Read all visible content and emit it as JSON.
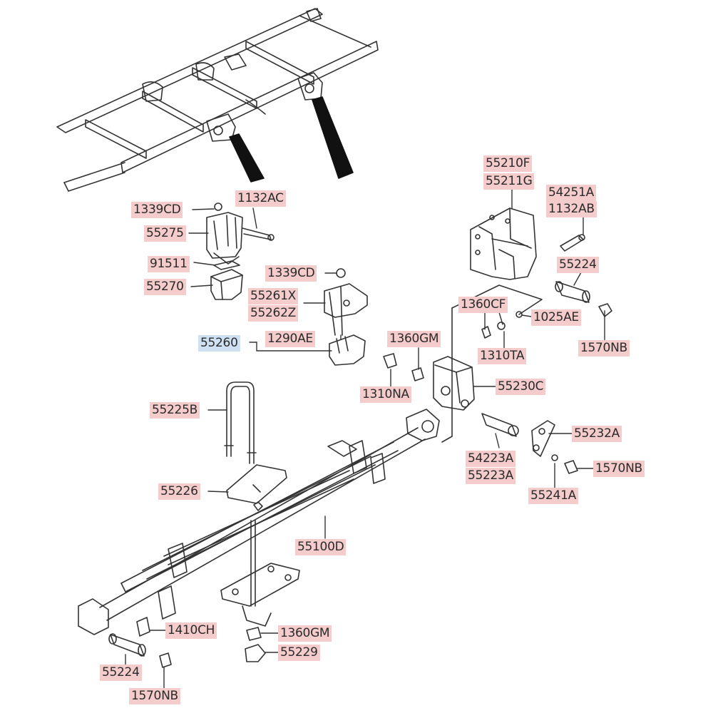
{
  "colors": {
    "part_tag": "#f5cccc",
    "assembly_tag": "#cfe0f3",
    "line": "#333333"
  },
  "labels": [
    {
      "text": "1339CD",
      "highlight": "pink"
    },
    {
      "text": "1132AC",
      "highlight": "pink"
    },
    {
      "text": "55275",
      "highlight": "pink"
    },
    {
      "text": "91511",
      "highlight": "pink"
    },
    {
      "text": "55270",
      "highlight": "pink"
    },
    {
      "text": "1339CD",
      "highlight": "pink"
    },
    {
      "text": "55261X",
      "highlight": "pink"
    },
    {
      "text": "55262Z",
      "highlight": "pink"
    },
    {
      "text": "55260",
      "highlight": "blue"
    },
    {
      "text": "1290AE",
      "highlight": "pink"
    },
    {
      "text": "55210F",
      "highlight": "pink"
    },
    {
      "text": "55211G",
      "highlight": "pink"
    },
    {
      "text": "54251A",
      "highlight": "pink"
    },
    {
      "text": "1132AB",
      "highlight": "pink"
    },
    {
      "text": "55224",
      "highlight": "pink"
    },
    {
      "text": "1360CF",
      "highlight": "pink"
    },
    {
      "text": "1025AE",
      "highlight": "pink"
    },
    {
      "text": "1360GM",
      "highlight": "pink"
    },
    {
      "text": "1310TA",
      "highlight": "pink"
    },
    {
      "text": "1570NB",
      "highlight": "pink"
    },
    {
      "text": "1310NA",
      "highlight": "pink"
    },
    {
      "text": "55230C",
      "highlight": "pink"
    },
    {
      "text": "55225B",
      "highlight": "pink"
    },
    {
      "text": "55232A",
      "highlight": "pink"
    },
    {
      "text": "54223A",
      "highlight": "pink"
    },
    {
      "text": "55223A",
      "highlight": "pink"
    },
    {
      "text": "1570NB",
      "highlight": "pink"
    },
    {
      "text": "55226",
      "highlight": "pink"
    },
    {
      "text": "55241A",
      "highlight": "pink"
    },
    {
      "text": "55100D",
      "highlight": "pink"
    },
    {
      "text": "1410CH",
      "highlight": "pink"
    },
    {
      "text": "1360GM",
      "highlight": "pink"
    },
    {
      "text": "55229",
      "highlight": "pink"
    },
    {
      "text": "55224",
      "highlight": "pink"
    },
    {
      "text": "1570NB",
      "highlight": "pink"
    }
  ]
}
